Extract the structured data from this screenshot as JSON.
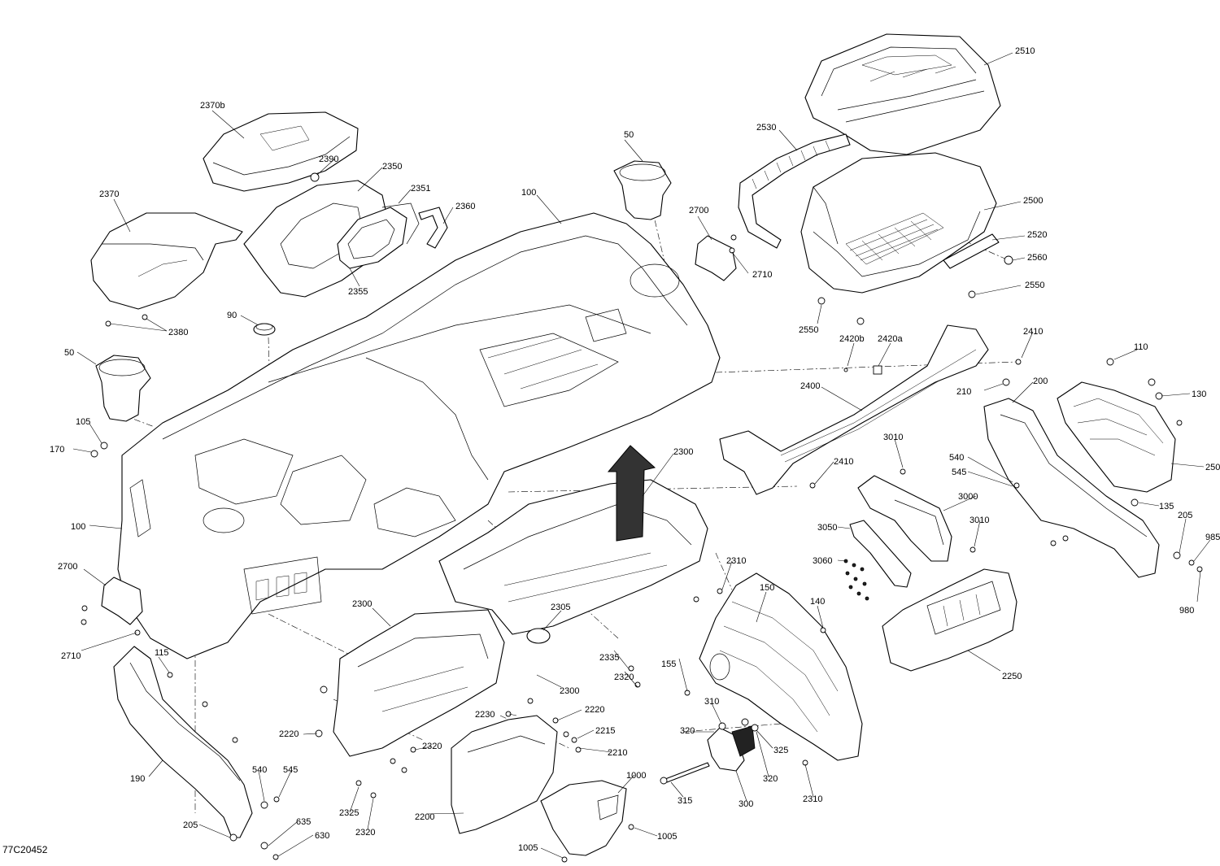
{
  "drawing_code": "77C20452",
  "callouts": [
    {
      "id": "c2510",
      "label": "2510"
    },
    {
      "id": "c2370b",
      "label": "2370b"
    },
    {
      "id": "c2530",
      "label": "2530"
    },
    {
      "id": "c50a",
      "label": "50"
    },
    {
      "id": "c2390",
      "label": "2390"
    },
    {
      "id": "c2350",
      "label": "2350"
    },
    {
      "id": "c2370",
      "label": "2370"
    },
    {
      "id": "c2351",
      "label": "2351"
    },
    {
      "id": "c2360",
      "label": "2360"
    },
    {
      "id": "c100a",
      "label": "100"
    },
    {
      "id": "c2700a",
      "label": "2700"
    },
    {
      "id": "c2500",
      "label": "2500"
    },
    {
      "id": "c2520",
      "label": "2520"
    },
    {
      "id": "c2560",
      "label": "2560"
    },
    {
      "id": "c2710a",
      "label": "2710"
    },
    {
      "id": "c2355",
      "label": "2355"
    },
    {
      "id": "c2550a",
      "label": "2550"
    },
    {
      "id": "c90",
      "label": "90"
    },
    {
      "id": "c2380",
      "label": "2380"
    },
    {
      "id": "c2550b",
      "label": "2550"
    },
    {
      "id": "c2410a",
      "label": "2410"
    },
    {
      "id": "c2420b",
      "label": "2420b"
    },
    {
      "id": "c2420a",
      "label": "2420a"
    },
    {
      "id": "c50b",
      "label": "50"
    },
    {
      "id": "c110",
      "label": "110"
    },
    {
      "id": "c200",
      "label": "200"
    },
    {
      "id": "c2400",
      "label": "2400"
    },
    {
      "id": "c210",
      "label": "210"
    },
    {
      "id": "c130",
      "label": "130"
    },
    {
      "id": "c105",
      "label": "105"
    },
    {
      "id": "c3010a",
      "label": "3010"
    },
    {
      "id": "c170",
      "label": "170"
    },
    {
      "id": "c2300a",
      "label": "2300"
    },
    {
      "id": "c540a",
      "label": "540"
    },
    {
      "id": "c250",
      "label": "250"
    },
    {
      "id": "c2410b",
      "label": "2410"
    },
    {
      "id": "c545a",
      "label": "545"
    },
    {
      "id": "c3000",
      "label": "3000"
    },
    {
      "id": "c135",
      "label": "135"
    },
    {
      "id": "c3010b",
      "label": "3010"
    },
    {
      "id": "c100b",
      "label": "100"
    },
    {
      "id": "c205a",
      "label": "205"
    },
    {
      "id": "c3050",
      "label": "3050"
    },
    {
      "id": "c985",
      "label": "985"
    },
    {
      "id": "c2310a",
      "label": "2310"
    },
    {
      "id": "c3060",
      "label": "3060"
    },
    {
      "id": "c2700b",
      "label": "2700"
    },
    {
      "id": "c980",
      "label": "980"
    },
    {
      "id": "c150",
      "label": "150"
    },
    {
      "id": "c140",
      "label": "140"
    },
    {
      "id": "c2300b",
      "label": "2300"
    },
    {
      "id": "c2305",
      "label": "2305"
    },
    {
      "id": "c2710b",
      "label": "2710"
    },
    {
      "id": "c115",
      "label": "115"
    },
    {
      "id": "c2335",
      "label": "2335"
    },
    {
      "id": "c155",
      "label": "155"
    },
    {
      "id": "c2250",
      "label": "2250"
    },
    {
      "id": "c2320a",
      "label": "2320"
    },
    {
      "id": "c2300c",
      "label": "2300"
    },
    {
      "id": "c310",
      "label": "310"
    },
    {
      "id": "c2220a",
      "label": "2220"
    },
    {
      "id": "c2230",
      "label": "2230"
    },
    {
      "id": "c2215",
      "label": "2215"
    },
    {
      "id": "c2220b",
      "label": "2220"
    },
    {
      "id": "c320a",
      "label": "320"
    },
    {
      "id": "c325",
      "label": "325"
    },
    {
      "id": "c2210",
      "label": "2210"
    },
    {
      "id": "c2320b",
      "label": "2320"
    },
    {
      "id": "c190",
      "label": "190"
    },
    {
      "id": "c540b",
      "label": "540"
    },
    {
      "id": "c545b",
      "label": "545"
    },
    {
      "id": "c1000",
      "label": "1000"
    },
    {
      "id": "c320b",
      "label": "320"
    },
    {
      "id": "c2310b",
      "label": "2310"
    },
    {
      "id": "c315",
      "label": "315"
    },
    {
      "id": "c300",
      "label": "300"
    },
    {
      "id": "c2325",
      "label": "2325"
    },
    {
      "id": "c2200",
      "label": "2200"
    },
    {
      "id": "c635",
      "label": "635"
    },
    {
      "id": "c205b",
      "label": "205"
    },
    {
      "id": "c2320c",
      "label": "2320"
    },
    {
      "id": "c1005a",
      "label": "1005"
    },
    {
      "id": "c630",
      "label": "630"
    },
    {
      "id": "c1005b",
      "label": "1005"
    }
  ]
}
